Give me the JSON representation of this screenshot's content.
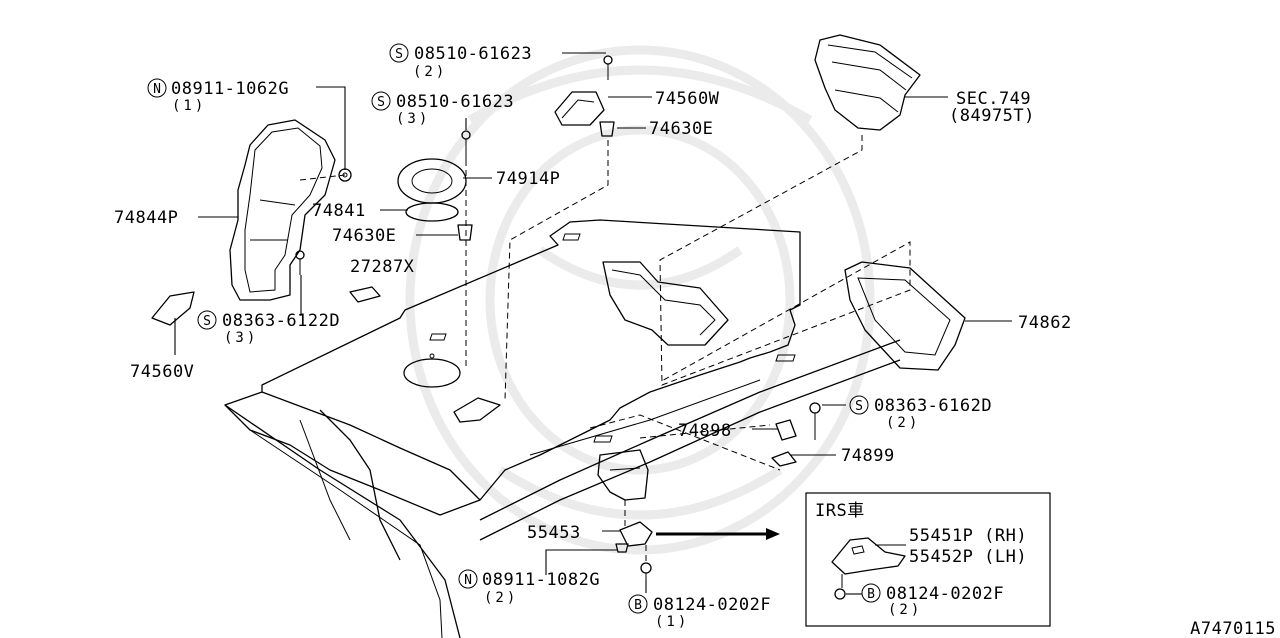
{
  "diagram_id": "A7470115",
  "callouts": [
    {
      "id": "c1",
      "prefix": "S",
      "part": "08510-61623",
      "qty": "(2)"
    },
    {
      "id": "c2",
      "prefix": "",
      "part": "74560W",
      "qty": ""
    },
    {
      "id": "c3",
      "prefix": "",
      "part": "74630E",
      "qty": ""
    },
    {
      "id": "c4",
      "prefix": "N",
      "part": "08911-1062G",
      "qty": "(1)"
    },
    {
      "id": "c5",
      "prefix": "S",
      "part": "08510-61623",
      "qty": "(3)"
    },
    {
      "id": "c6",
      "prefix": "",
      "part": "SEC.749",
      "qty": "(84975T)"
    },
    {
      "id": "c7",
      "prefix": "",
      "part": "74914P",
      "qty": ""
    },
    {
      "id": "c8",
      "prefix": "",
      "part": "74844P",
      "qty": ""
    },
    {
      "id": "c9",
      "prefix": "",
      "part": "74841",
      "qty": ""
    },
    {
      "id": "c10",
      "prefix": "",
      "part": "74630E",
      "qty": ""
    },
    {
      "id": "c11",
      "prefix": "",
      "part": "27287X",
      "qty": ""
    },
    {
      "id": "c12",
      "prefix": "S",
      "part": "08363-6122D",
      "qty": "(3)"
    },
    {
      "id": "c13",
      "prefix": "",
      "part": "74862",
      "qty": ""
    },
    {
      "id": "c14",
      "prefix": "",
      "part": "74560V",
      "qty": ""
    },
    {
      "id": "c15",
      "prefix": "S",
      "part": "08363-6162D",
      "qty": "(2)"
    },
    {
      "id": "c16",
      "prefix": "",
      "part": "74898",
      "qty": ""
    },
    {
      "id": "c17",
      "prefix": "",
      "part": "74899",
      "qty": ""
    },
    {
      "id": "c18",
      "prefix": "",
      "part": "55453",
      "qty": ""
    },
    {
      "id": "c19",
      "prefix": "N",
      "part": "08911-1082G",
      "qty": "(2)"
    },
    {
      "id": "c20",
      "prefix": "B",
      "part": "08124-0202F",
      "qty": "(1)"
    }
  ],
  "inset": {
    "title": "IRS車",
    "parts": [
      {
        "id": "i1",
        "prefix": "",
        "part": "55451P (RH)",
        "qty": ""
      },
      {
        "id": "i2",
        "prefix": "",
        "part": "55452P (LH)",
        "qty": ""
      },
      {
        "id": "i3",
        "prefix": "B",
        "part": "08124-0202F",
        "qty": "(2)"
      }
    ]
  }
}
